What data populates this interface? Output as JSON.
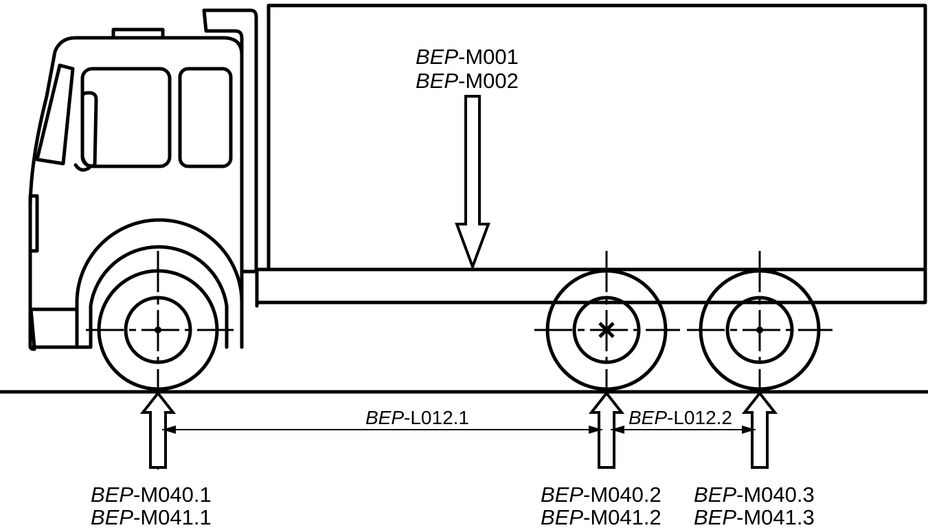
{
  "labels": {
    "mass_top_1": {
      "prefix": "BEP",
      "code": "-M001"
    },
    "mass_top_2": {
      "prefix": "BEP",
      "code": "-M002"
    },
    "axle1_mass": {
      "prefix": "BEP",
      "code": "-M040.1"
    },
    "axle1_load": {
      "prefix": "BEP",
      "code": "-M041.1"
    },
    "axle2_mass": {
      "prefix": "BEP",
      "code": "-M040.2"
    },
    "axle2_load": {
      "prefix": "BEP",
      "code": "-M041.2"
    },
    "axle3_mass": {
      "prefix": "BEP",
      "code": "-M040.3"
    },
    "axle3_load": {
      "prefix": "BEP",
      "code": "-M041.3"
    },
    "wheelbase_1": {
      "prefix": "BEP",
      "code": "-L012.1"
    },
    "wheelbase_2": {
      "prefix": "BEP",
      "code": "-L012.2"
    }
  },
  "colors": {
    "line": "#000000",
    "background": "#ffffff"
  }
}
